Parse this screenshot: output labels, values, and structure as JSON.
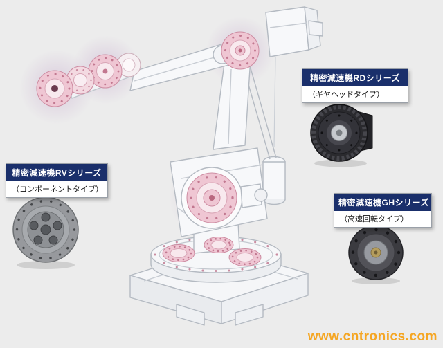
{
  "callouts": {
    "rv": {
      "title": "精密減速機RVシリーズ",
      "subtitle": "（コンポーネントタイプ）"
    },
    "rd": {
      "title": "精密減速機RDシリーズ",
      "subtitle": "（ギヤヘッドタイプ）"
    },
    "gh": {
      "title": "精密減速機GHシリーズ",
      "subtitle": "（高速回転タイプ）"
    }
  },
  "watermark": "www.cntronics.com",
  "colors": {
    "callout_header_bg": "#1a2f6b",
    "callout_header_text": "#ffffff",
    "reducer_highlight_pink": "#efc6d3",
    "watermark_orange": "#f5a623",
    "background": "#ececec"
  }
}
